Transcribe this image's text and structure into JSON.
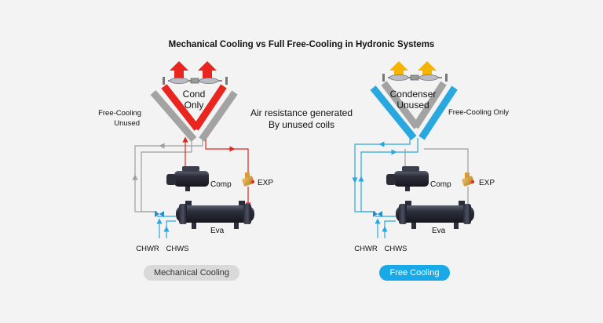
{
  "title": "Mechanical Cooling vs Full Free-Cooling in Hydronic Systems",
  "left_panel": {
    "coil_label_line1": "Cond",
    "coil_label_line2": "Only",
    "side_label_line1": "Free-Cooling",
    "side_label_line2": "Unused",
    "comp": "Comp",
    "exp": "EXP",
    "eva": "Eva",
    "chwr": "CHWR",
    "chws": "CHWS",
    "mode_label": "Mechanical Cooling",
    "air_arrow_color": "#e8261f",
    "flow_color": "#e0261f",
    "loop_color": "#9e9e9e"
  },
  "center_note": {
    "line1": "Air resistance generated",
    "line2": "By unused coils"
  },
  "right_panel": {
    "coil_label_line1": "Condenser",
    "coil_label_line2": "Unused",
    "side_label": "Free-Cooling Only",
    "comp": "Comp",
    "exp": "EXP",
    "eva": "Eva",
    "chwr": "CHWR",
    "chws": "CHWS",
    "mode_label": "Free Cooling",
    "air_arrow_color": "#f5b400",
    "flow_color": "#29a8e0",
    "loop_color": "#9e9e9e"
  }
}
